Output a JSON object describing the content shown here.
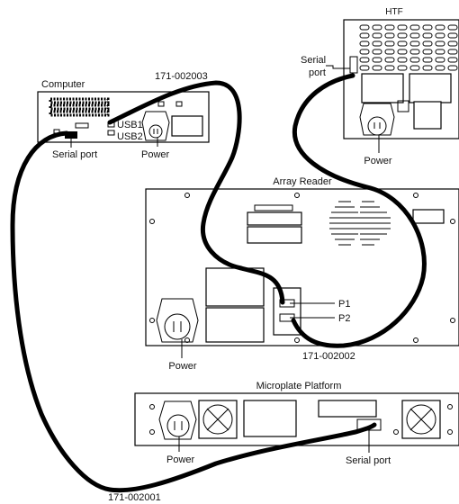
{
  "devices": {
    "htf": "HTF",
    "computer": "Computer",
    "array_reader": "Array Reader",
    "microplate": "Microplate Platform"
  },
  "labels": {
    "htf_serial_1": "Serial",
    "htf_serial_2": "port",
    "htf_power": "Power",
    "computer_serial": "Serial port",
    "computer_power": "Power",
    "usb1": "USB1",
    "usb2": "USB2",
    "reader_power": "Power",
    "p1": "P1",
    "p2": "P2",
    "micro_power": "Power",
    "micro_serial": "Serial port"
  },
  "cables": {
    "c1": "171-002003",
    "c2": "171-002002",
    "c3": "171-002001"
  }
}
